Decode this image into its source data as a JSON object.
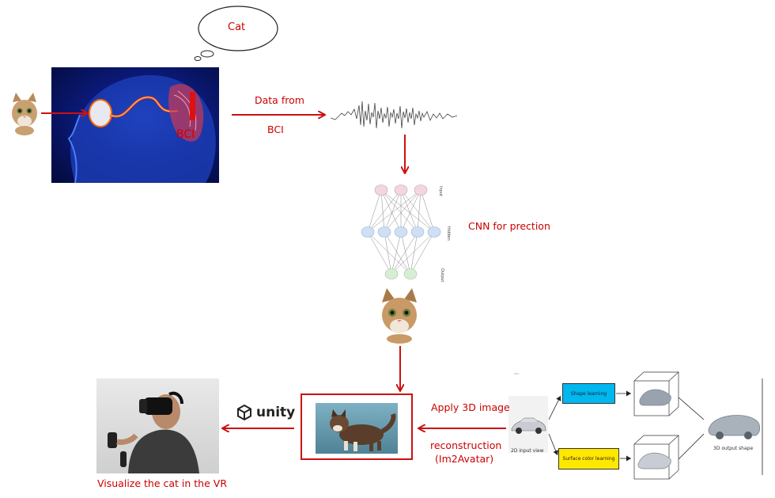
{
  "thought": {
    "text": "Cat"
  },
  "bci": {
    "label": "BCI",
    "arrow_label_line1": "Data from",
    "arrow_label_line2": "BCI"
  },
  "cnn": {
    "label": "CNN for prection",
    "layer_input": "Input",
    "layer_hidden": "Hidden",
    "layer_output": "Output"
  },
  "reconstruction": {
    "label_line1": "Apply 3D image",
    "label_line2": "reconstruction",
    "label_line3": "(Im2Avatar)",
    "input_view": "2D input view",
    "shape_learning": "Shape learning",
    "surface_color_learning": "Surface color learning",
    "output_shape": "3D output shape"
  },
  "unity": {
    "text": "unity"
  },
  "vr": {
    "caption": "Visualize the cat in the VR"
  },
  "colors": {
    "accent_red": "#cc0000",
    "shape_box": "#00b7f0",
    "color_box": "#ffe800"
  }
}
